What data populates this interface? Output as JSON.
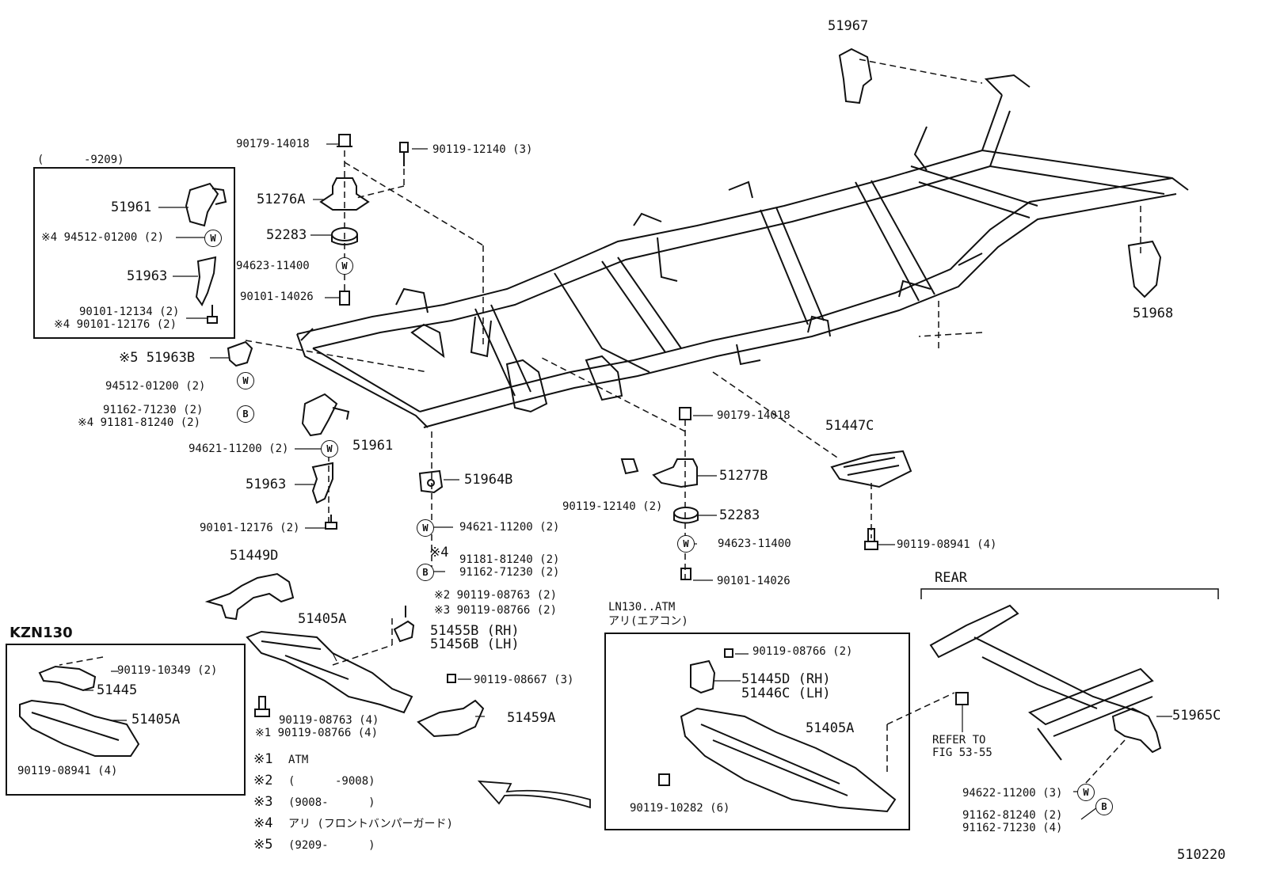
{
  "labels": [
    {
      "id": "l51967",
      "text": "51967"
    },
    {
      "id": "l90179a",
      "text": "90179-14018"
    },
    {
      "id": "l90119_12140_3",
      "text": "90119-12140 (3)"
    },
    {
      "id": "l9209",
      "text": "(      -9209)"
    },
    {
      "id": "l51276A",
      "text": "51276A"
    },
    {
      "id": "l52283a",
      "text": "52283"
    },
    {
      "id": "l94623a",
      "text": "94623-11400"
    },
    {
      "id": "l90101_14026a",
      "text": "90101-14026"
    },
    {
      "id": "l51961a",
      "text": "51961"
    },
    {
      "id": "l94512a",
      "text": "※4 94512-01200 (2)"
    },
    {
      "id": "l51963a",
      "text": "51963"
    },
    {
      "id": "l90101_12134",
      "text": "90101-12134 (2)"
    },
    {
      "id": "l90101_12176a",
      "text": "※4 90101-12176 (2)"
    },
    {
      "id": "l51968",
      "text": "51968"
    },
    {
      "id": "l51963B",
      "text": "※5 51963B"
    },
    {
      "id": "l94512b",
      "text": "94512-01200 (2)"
    },
    {
      "id": "l91162a",
      "text": "91162-71230 (2)"
    },
    {
      "id": "l91181a",
      "text": "※4 91181-81240 (2)"
    },
    {
      "id": "l51961b",
      "text": "51961"
    },
    {
      "id": "l94621a",
      "text": "94621-11200 (2)"
    },
    {
      "id": "l51963b",
      "text": "51963"
    },
    {
      "id": "l90101_12176b",
      "text": "90101-12176 (2)"
    },
    {
      "id": "l51964B",
      "text": "51964B"
    },
    {
      "id": "l94621b",
      "text": "94621-11200 (2)"
    },
    {
      "id": "l91181b_mark",
      "text": "※4"
    },
    {
      "id": "l91181b",
      "text": "91181-81240 (2)"
    },
    {
      "id": "l91162b",
      "text": "91162-71230 (2)"
    },
    {
      "id": "l90179b",
      "text": "90179-14018"
    },
    {
      "id": "l51447C",
      "text": "51447C"
    },
    {
      "id": "l51277B",
      "text": "51277B"
    },
    {
      "id": "l90119_12140_2",
      "text": "90119-12140 (2)"
    },
    {
      "id": "l52283b",
      "text": "52283"
    },
    {
      "id": "l94623b",
      "text": "94623-11400"
    },
    {
      "id": "l90101_14026b",
      "text": "90101-14026"
    },
    {
      "id": "l90119_08941a",
      "text": "90119-08941 (4)"
    },
    {
      "id": "l51449D",
      "text": "51449D"
    },
    {
      "id": "l90119_08763a",
      "text": "※2 90119-08763 (2)"
    },
    {
      "id": "l90119_08766a",
      "text": "※3 90119-08766 (2)"
    },
    {
      "id": "l51405Aa",
      "text": "51405A"
    },
    {
      "id": "l51455B",
      "text": "51455B (RH)"
    },
    {
      "id": "l51456B",
      "text": "51456B (LH)"
    },
    {
      "id": "l90119_08667",
      "text": "90119-08667 (3)"
    },
    {
      "id": "l51459A",
      "text": "51459A"
    },
    {
      "id": "l90119_08763b",
      "text": "90119-08763 (4)"
    },
    {
      "id": "l90119_08766b",
      "text": "※1 90119-08766 (4)"
    },
    {
      "id": "lKZN",
      "text": "KZN130"
    },
    {
      "id": "l90119_10349",
      "text": "90119-10349 (2)"
    },
    {
      "id": "l51445",
      "text": "51445"
    },
    {
      "id": "l51405Ab",
      "text": "51405A"
    },
    {
      "id": "l90119_08941b",
      "text": "90119-08941 (4)"
    },
    {
      "id": "lLN130",
      "text": "LN130..ATM"
    },
    {
      "id": "lAri",
      "text": "アリ(エアコン)"
    },
    {
      "id": "l90119_08766c",
      "text": "90119-08766 (2)"
    },
    {
      "id": "l51445D",
      "text": "51445D (RH)"
    },
    {
      "id": "l51446C",
      "text": "51446C (LH)"
    },
    {
      "id": "l51405Ac",
      "text": "51405A"
    },
    {
      "id": "l90119_10282",
      "text": "90119-10282 (6)"
    },
    {
      "id": "lREAR",
      "text": "REAR"
    },
    {
      "id": "lRefer",
      "text": "REFER TO"
    },
    {
      "id": "lFig",
      "text": "FIG 53-55"
    },
    {
      "id": "l51965C",
      "text": "51965C"
    },
    {
      "id": "l94622",
      "text": "94622-11200 (3)"
    },
    {
      "id": "l91162_81240",
      "text": "91162-81240 (2)"
    },
    {
      "id": "l91162_71230c",
      "text": "91162-71230 (4)"
    },
    {
      "id": "lcode",
      "text": "510220"
    }
  ],
  "legend": [
    {
      "mark": "※1",
      "text": "ATM"
    },
    {
      "mark": "※2",
      "text": "(      -9008)"
    },
    {
      "mark": "※3",
      "text": "(9008-      )"
    },
    {
      "mark": "※4",
      "text": "アリ (フロントバンパーガード)"
    },
    {
      "mark": "※5",
      "text": "(9209-      )"
    }
  ],
  "badges": {
    "washer": "W",
    "bolt": "B"
  }
}
